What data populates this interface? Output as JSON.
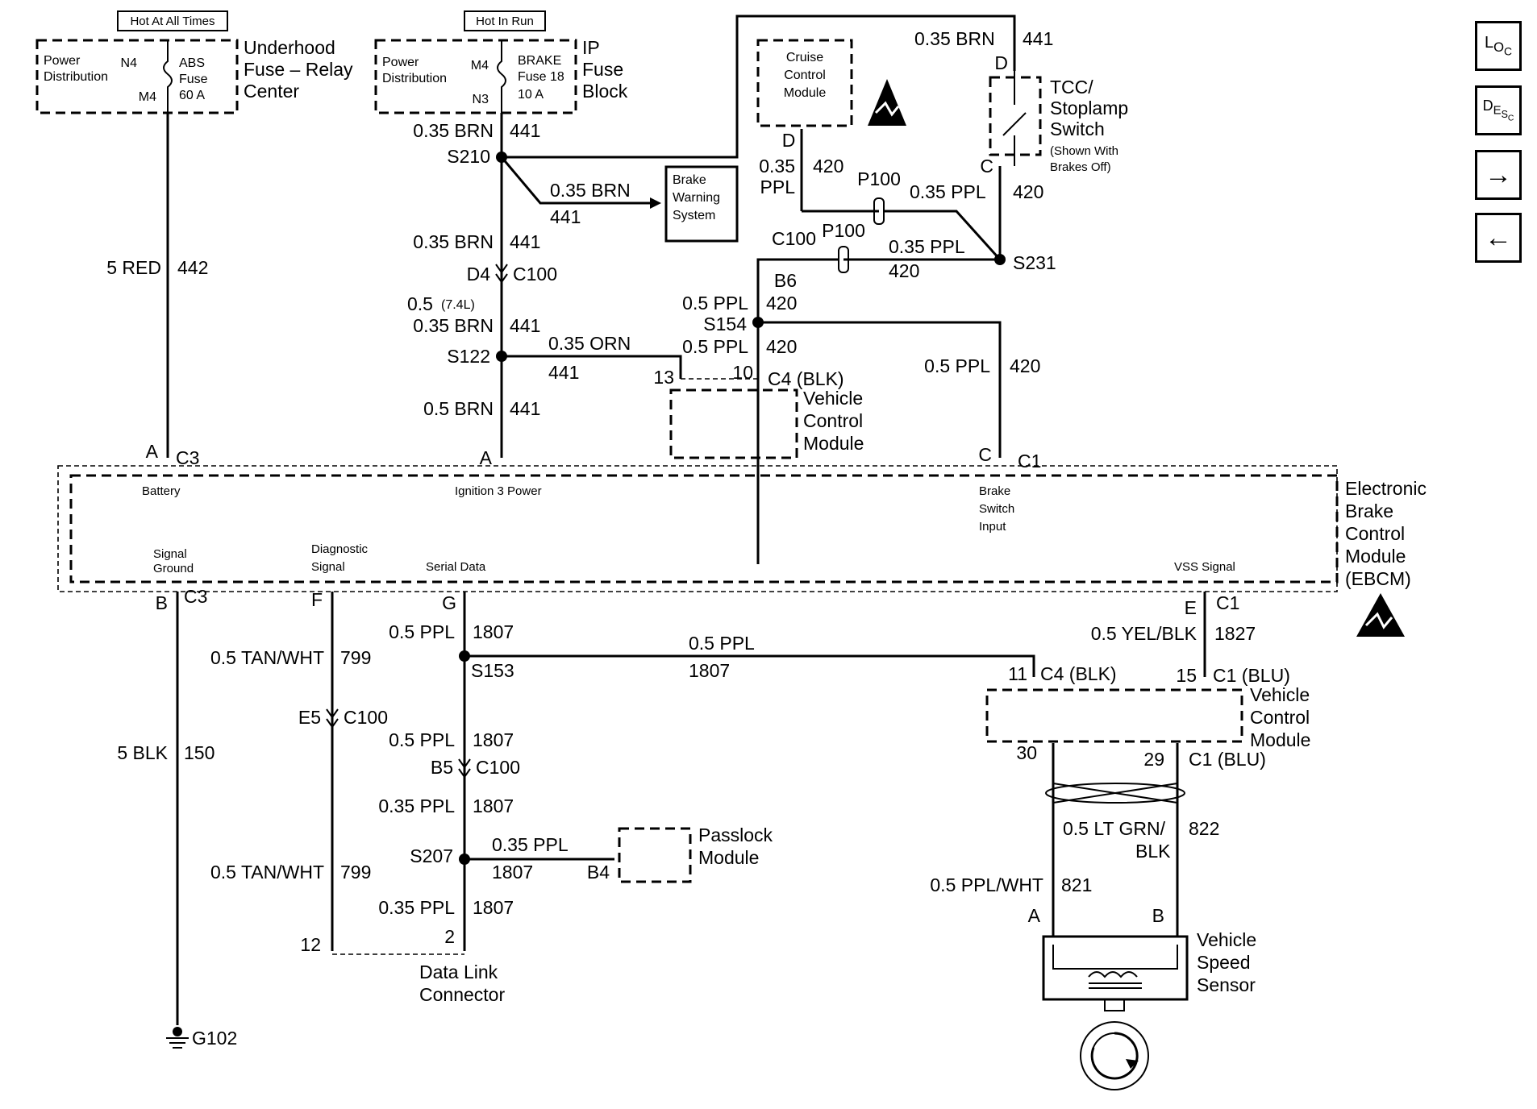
{
  "sources": {
    "hot_at_all_times": "Hot At All Times",
    "hot_in_run": "Hot In Run",
    "underhood": [
      "Underhood",
      "Fuse – Relay",
      "Center"
    ],
    "underhood_power_dist": [
      "Power",
      "Distribution"
    ],
    "abs_fuse": [
      "ABS",
      "Fuse",
      "60 A"
    ],
    "n4": "N4",
    "m4": "M4",
    "ip_fuse_block": [
      "IP",
      "Fuse",
      "Block"
    ],
    "ip_power_dist": [
      "Power",
      "Distribution"
    ],
    "brake_fuse": [
      "BRAKE",
      "Fuse 18",
      "10 A"
    ],
    "ip_m4": "M4",
    "ip_n3": "N3"
  },
  "modules": {
    "cruise": [
      "Cruise",
      "Control",
      "Module"
    ],
    "tcc_switch": [
      "TCC/",
      "Stoplamp",
      "Switch"
    ],
    "tcc_note": [
      "(Shown With",
      "Brakes Off)"
    ],
    "brake_warning": [
      "Brake",
      "Warning",
      "System"
    ],
    "vcm_upper": [
      "Vehicle",
      "Control",
      "Module"
    ],
    "ebcm": [
      "Electronic",
      "Brake",
      "Control",
      "Module",
      "(EBCM)"
    ],
    "ebcm_pins": {
      "battery": "Battery",
      "ignition": "Ignition 3 Power",
      "brake_switch": [
        "Brake",
        "Switch",
        "Input"
      ],
      "signal_ground": [
        "Signal",
        "Ground"
      ],
      "diagnostic": [
        "Diagnostic",
        "Signal"
      ],
      "serial": "Serial Data",
      "vss": "VSS Signal"
    },
    "vcm_lower": [
      "Vehicle",
      "Control",
      "Module"
    ],
    "passlock": [
      "Passlock",
      "Module"
    ],
    "dlc": [
      "Data Link",
      "Connector"
    ],
    "vss_sensor": [
      "Vehicle",
      "Speed",
      "Sensor"
    ]
  },
  "labels": {
    "w_5red": "5 RED",
    "c_442": "442",
    "w_035brn": "0.35 BRN",
    "c_441": "441",
    "s210": "S210",
    "brn_to_bws": "0.35 BRN",
    "c_441_bws": "441",
    "w_035brn_2": "0.35 BRN",
    "c_441_2": "441",
    "d4": "D4",
    "c100_a": "C100",
    "w_05_74": "0.5",
    "w_74l": "(7.4L)",
    "w_035brn_3": "0.35 BRN",
    "c_441_3": "441",
    "s122": "S122",
    "w_035orn": "0.35 ORN",
    "c_441_orn": "441",
    "w_05brn": "0.5 BRN",
    "c_441_4": "441",
    "pin_13": "13",
    "pin_10": "10",
    "c4_blk": "C4 (BLK)",
    "top_brn": "0.35 BRN",
    "c_441_top": "441",
    "pin_d_tcc": "D",
    "pin_c_tcc": "C",
    "pin_d_ccm": "D",
    "w_035_ppl_a": "0.35",
    "w_ppl_a": "PPL",
    "c_420_a": "420",
    "p100_a": "P100",
    "w_035ppl_b": "0.35 PPL",
    "c_420_b": "420",
    "c100_b": "C100",
    "p100_b": "P100",
    "w_035ppl_c": "0.35 PPL",
    "c_420_c": "420",
    "s231": "S231",
    "b6": "B6",
    "w_05ppl_a": "0.5 PPL",
    "c_420_d": "420",
    "s154": "S154",
    "w_05ppl_b": "0.5 PPL",
    "c_420_e": "420",
    "w_05ppl_c": "0.5 PPL",
    "c_420_f": "420",
    "pin_a_c3": "A",
    "c3_top": "C3",
    "pin_a_ign": "A",
    "pin_c_c1": "C",
    "c1_top": "C1",
    "pin_b_c3": "B",
    "c3_bot": "C3",
    "pin_f": "F",
    "pin_g": "G",
    "pin_e": "E",
    "c1_e": "C1",
    "w_05ppl_d": "0.5 PPL",
    "c_1807_a": "1807",
    "w_05ppl_e": "0.5 PPL",
    "c_1807_b": "1807",
    "s153": "S153",
    "pin_11": "11",
    "c4_blk_2": "C4 (BLK)",
    "w_05yelblk": "0.5 YEL/BLK",
    "c_1827": "1827",
    "pin_15": "15",
    "c1_blu": "C1 (BLU)",
    "w_05tanwht_a": "0.5 TAN/WHT",
    "c_799_a": "799",
    "e5": "E5",
    "c100_c": "C100",
    "w_5blk": "5 BLK",
    "c_150": "150",
    "w_05ppl_f": "0.5 PPL",
    "c_1807_c": "1807",
    "b5": "B5",
    "c100_d": "C100",
    "w_035ppl_d": "0.35 PPL",
    "c_1807_d": "1807",
    "pin_30": "30",
    "pin_29": "29",
    "c1_blu_2": "C1 (BLU)",
    "w_05ltgrn": "0.5 LT GRN/",
    "w_blk": "BLK",
    "c_822": "822",
    "s207": "S207",
    "w_035ppl_e": "0.35 PPL",
    "c_1807_e": "1807",
    "pin_b4": "B4",
    "w_05tanwht_b": "0.5 TAN/WHT",
    "c_799_b": "799",
    "w_05pplwht": "0.5 PPL/WHT",
    "c_821": "821",
    "w_035ppl_f": "0.35 PPL",
    "c_1807_f": "1807",
    "pin_12": "12",
    "pin_2": "2",
    "pin_a_vss": "A",
    "pin_b_vss": "B",
    "g102": "G102"
  },
  "nav": {
    "loc": [
      "L",
      "O",
      "C"
    ],
    "desc": [
      "D",
      "E",
      "S",
      "C"
    ],
    "next": "→",
    "prev": "←"
  }
}
